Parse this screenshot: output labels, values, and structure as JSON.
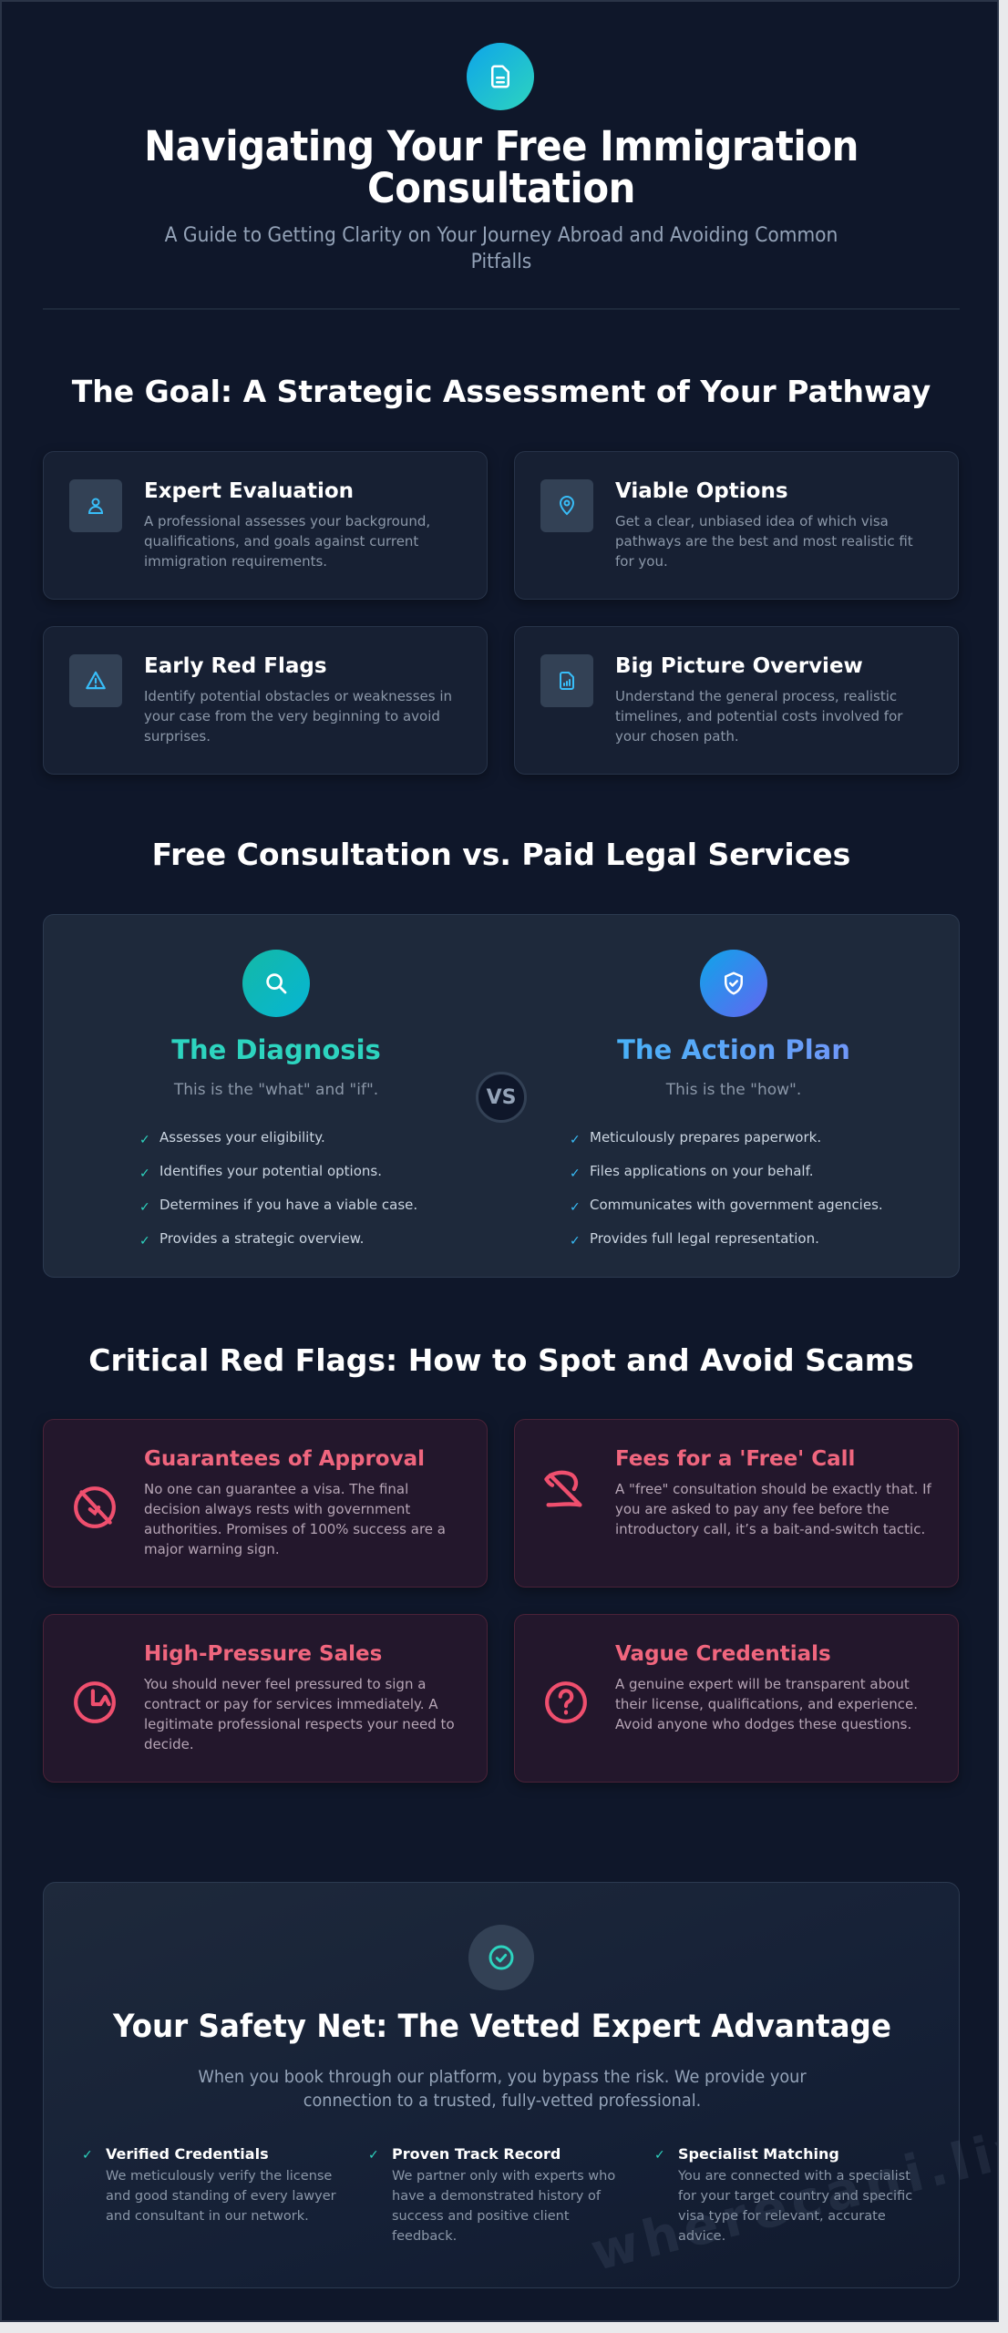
{
  "header": {
    "icon": "document-icon",
    "title": "Navigating Your Free Immigration Consultation",
    "subtitle": "A Guide to Getting Clarity on Your Journey Abroad and Avoiding Common Pitfalls"
  },
  "goal_section": {
    "title": "The Goal: A Strategic Assessment of Your Pathway",
    "cards": [
      {
        "icon": "user-icon",
        "title": "Expert Evaluation",
        "desc": "A professional assesses your background, qualifications, and goals against current immigration requirements."
      },
      {
        "icon": "map-pin-icon",
        "title": "Viable Options",
        "desc": "Get a clear, unbiased idea of which visa pathways are the best and most realistic fit for you."
      },
      {
        "icon": "warning-triangle-icon",
        "title": "Early Red Flags",
        "desc": "Identify potential obstacles or weaknesses in your case from the very beginning to avoid surprises."
      },
      {
        "icon": "file-chart-icon",
        "title": "Big Picture Overview",
        "desc": "Understand the general process, realistic timelines, and potential costs involved for your chosen path."
      }
    ]
  },
  "compare_section": {
    "title": "Free Consultation vs. Paid Legal Services",
    "vs_label": "VS",
    "left": {
      "icon": "search-icon",
      "title": "The Diagnosis",
      "subtitle": "This is the \"what\" and \"if\".",
      "items": [
        "Assesses your eligibility.",
        "Identifies your potential options.",
        "Determines if you have a viable case.",
        "Provides a strategic overview."
      ],
      "check_glyph": "✓",
      "accent": "#2dd4bf"
    },
    "right": {
      "icon": "shield-check-icon",
      "title": "The Action Plan",
      "subtitle": "This is the \"how\".",
      "items": [
        "Meticulously prepares paperwork.",
        "Files applications on your behalf.",
        "Communicates with government agencies.",
        "Provides full legal representation."
      ],
      "check_glyph": "✓",
      "accent": "#38bdf8"
    }
  },
  "red_flags_section": {
    "title": "Critical Red Flags: How to Spot and Avoid Scams",
    "cards": [
      {
        "icon": "no-guarantee-icon",
        "title": "Guarantees of Approval",
        "desc": "No one can guarantee a visa. The final decision always rests with government authorities. Promises of 100% success are a major warning sign."
      },
      {
        "icon": "no-fee-icon",
        "title": "Fees for a 'Free' Call",
        "desc": "A \"free\" consultation should be exactly that. If you are asked to pay any fee before the introductory call, it’s a bait-and-switch tactic."
      },
      {
        "icon": "clock-pressure-icon",
        "title": "High-Pressure Sales",
        "desc": "You should never feel pressured to sign a contract or pay for services immediately. A legitimate professional respects your need to decide."
      },
      {
        "icon": "question-circle-icon",
        "title": "Vague Credentials",
        "desc": "A genuine expert will be transparent about their license, qualifications, and experience. Avoid anyone who dodges these questions."
      }
    ]
  },
  "safety_section": {
    "icon": "check-circle-icon",
    "title": "Your Safety Net: The Vetted Expert Advantage",
    "subtitle": "When you book through our platform, you bypass the risk. We provide your connection to a trusted, fully-vetted professional.",
    "benefits": [
      {
        "title": "Verified Credentials",
        "desc": "We meticulously verify the license and good standing of every lawyer and consultant in our network."
      },
      {
        "title": "Proven Track Record",
        "desc": "We partner only with experts who have a demonstrated history of success and positive client feedback."
      },
      {
        "title": "Specialist Matching",
        "desc": "You are connected with a specialist for your target country and specific visa type for relevant, accurate advice."
      }
    ],
    "check_glyph": "✓"
  },
  "watermark": "wherecani.live",
  "colors": {
    "background": "#0f172a",
    "card": "#172033",
    "teal": "#2dd4bf",
    "blue": "#38bdf8",
    "indigo": "#818cf8",
    "danger": "#f0667e"
  }
}
